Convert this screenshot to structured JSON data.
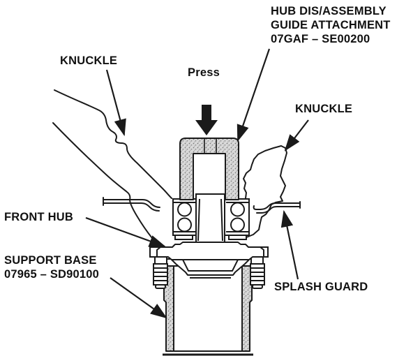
{
  "colors": {
    "line": "#1a1a1a",
    "background": "#ffffff",
    "tool_fill": "#d9d9d9",
    "stipple_dot": "#777777"
  },
  "labels": {
    "guide_attachment": {
      "line1": "HUB DIS/ASSEMBLY",
      "line2": "GUIDE ATTACHMENT",
      "line3": "07GAF – SE00200"
    },
    "knuckle_left": "KNUCKLE",
    "press": "Press",
    "knuckle_right": "KNUCKLE",
    "front_hub": "FRONT HUB",
    "support_base": {
      "line1": "SUPPORT BASE",
      "line2": "07965 – SD90100"
    },
    "splash_guard": "SPLASH GUARD"
  }
}
